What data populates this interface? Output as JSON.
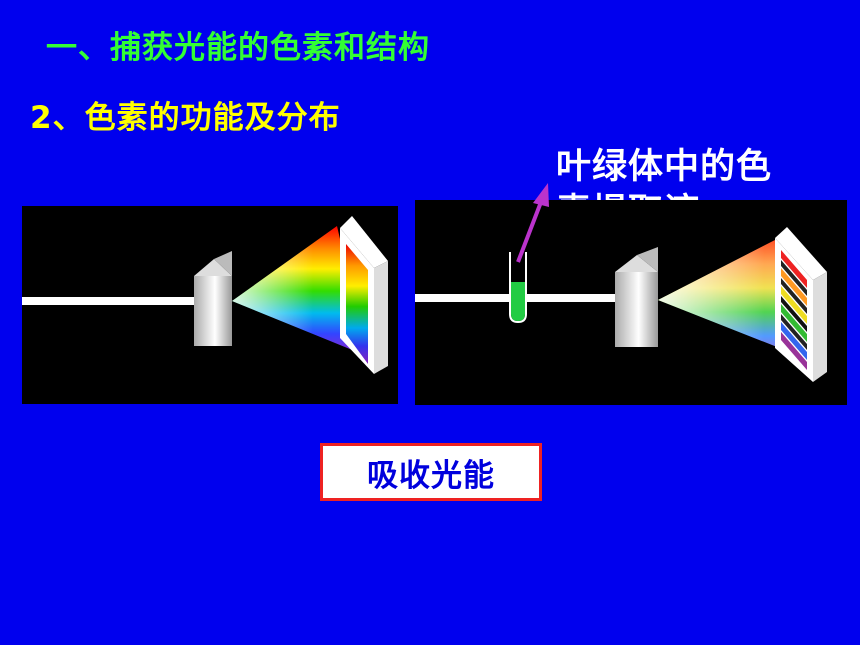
{
  "slide": {
    "title": "一、捕获光能的色素和结构",
    "subtitle": "2、色素的功能及分布",
    "callout_line1": "叶绿体中的色",
    "callout_line2": "素提取液",
    "label": "吸收光能"
  },
  "colors": {
    "background": "#0000ee",
    "title": "#33ff33",
    "subtitle": "#ffff00",
    "callout": "#ffffff",
    "label_text": "#0000dd",
    "label_border": "#ee2222",
    "arrow": "#bb33cc",
    "tube_liquid": "#22cc44"
  },
  "figures": {
    "left": {
      "name": "prism-spectrum-full",
      "components": [
        "light-beam",
        "prism",
        "rainbow-fan",
        "screen-continuous-spectrum"
      ]
    },
    "right": {
      "name": "prism-spectrum-absorption",
      "components": [
        "light-beam",
        "test-tube",
        "prism",
        "rainbow-fan",
        "screen-dark-bands"
      ]
    }
  }
}
